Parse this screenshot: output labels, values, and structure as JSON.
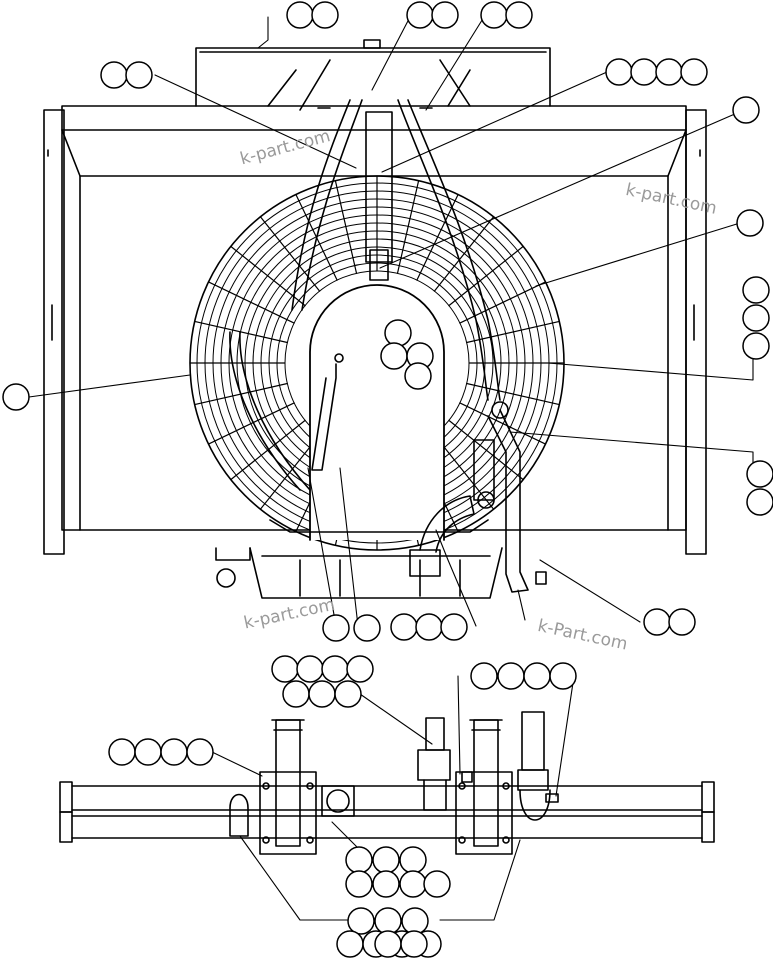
{
  "diagram": {
    "watermarks": [
      "k-part.com",
      "k-part.com",
      "k-part.com",
      "k-Part.com"
    ],
    "callouts": [
      {
        "name": "callout-top-left-balloons",
        "count": 2
      },
      {
        "name": "callout-top-center-balloons",
        "count": 2
      },
      {
        "name": "callout-top-right-balloons",
        "count": 2
      },
      {
        "name": "callout-upper-left-balloons",
        "count": 2
      },
      {
        "name": "callout-upper-right-balloons",
        "count": 4
      },
      {
        "name": "callout-right-single-1",
        "count": 1
      },
      {
        "name": "callout-right-single-2",
        "count": 1
      },
      {
        "name": "callout-right-stack-3",
        "count": 3
      },
      {
        "name": "callout-left-single",
        "count": 1
      },
      {
        "name": "callout-center-cluster",
        "count": 4
      },
      {
        "name": "callout-right-stack-2",
        "count": 2
      },
      {
        "name": "callout-bottom-pair",
        "count": 2
      },
      {
        "name": "callout-bottom-triple",
        "count": 3
      },
      {
        "name": "callout-bottom-right-pair",
        "count": 2
      },
      {
        "name": "callout-lower-seven",
        "count": 7
      },
      {
        "name": "callout-lower-four-right",
        "count": 4
      },
      {
        "name": "callout-lower-four-left",
        "count": 4
      },
      {
        "name": "callout-lower-seven-bottom",
        "count": 7
      },
      {
        "name": "callout-lower-nine-bottom",
        "count": 9
      }
    ]
  }
}
